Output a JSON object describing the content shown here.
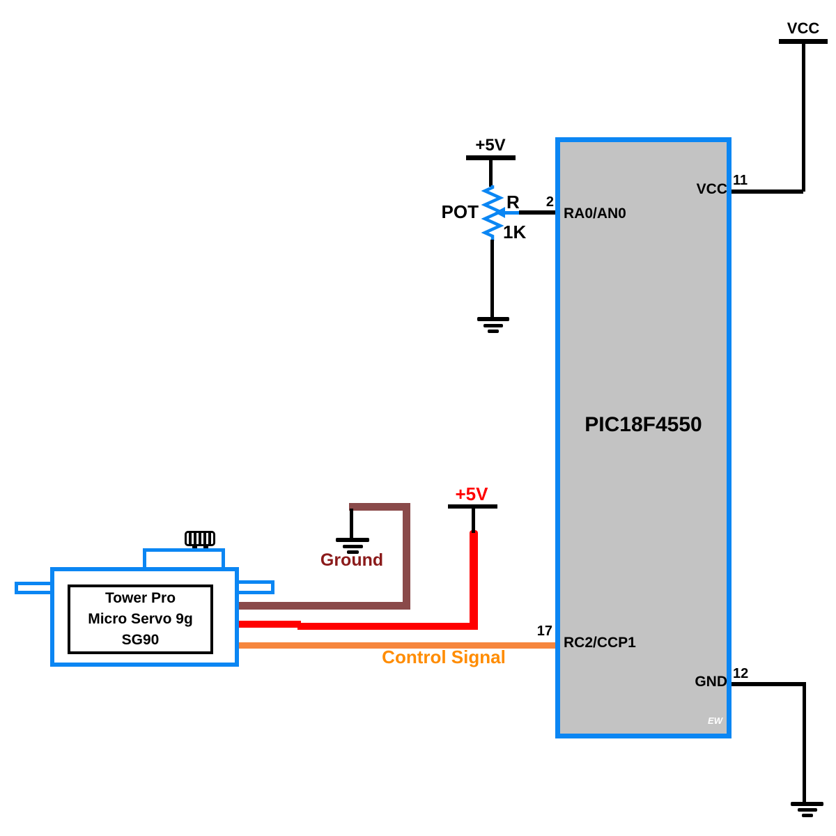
{
  "colors": {
    "blue": "#0b86f3",
    "chip-fill": "#c3c3c3",
    "black": "#000000",
    "brown": "#8a4a4a",
    "ground-text": "#8b1b1b",
    "red": "#ff0000",
    "orange-wire": "#f6863d",
    "orange-text": "#ff8c00"
  },
  "power": {
    "vcc_top": "VCC",
    "pot_supply": "+5V",
    "servo_supply": "+5V"
  },
  "pot": {
    "name": "POT",
    "ref": "R",
    "value": "1K"
  },
  "mcu": {
    "title": "PIC18F4550",
    "watermark": "EW",
    "pin_ra0": {
      "number": "2",
      "name": "RA0/AN0"
    },
    "pin_vcc": {
      "number": "11",
      "name": "VCC"
    },
    "pin_rc2": {
      "number": "17",
      "name": "RC2/CCP1"
    },
    "pin_gnd": {
      "number": "12",
      "name": "GND"
    }
  },
  "servo": {
    "label_line1": "Tower Pro",
    "label_line2": "Micro Servo 9g",
    "label_line3": "SG90"
  },
  "wires": {
    "ground_label": "Ground",
    "signal_label": "Control Signal"
  }
}
